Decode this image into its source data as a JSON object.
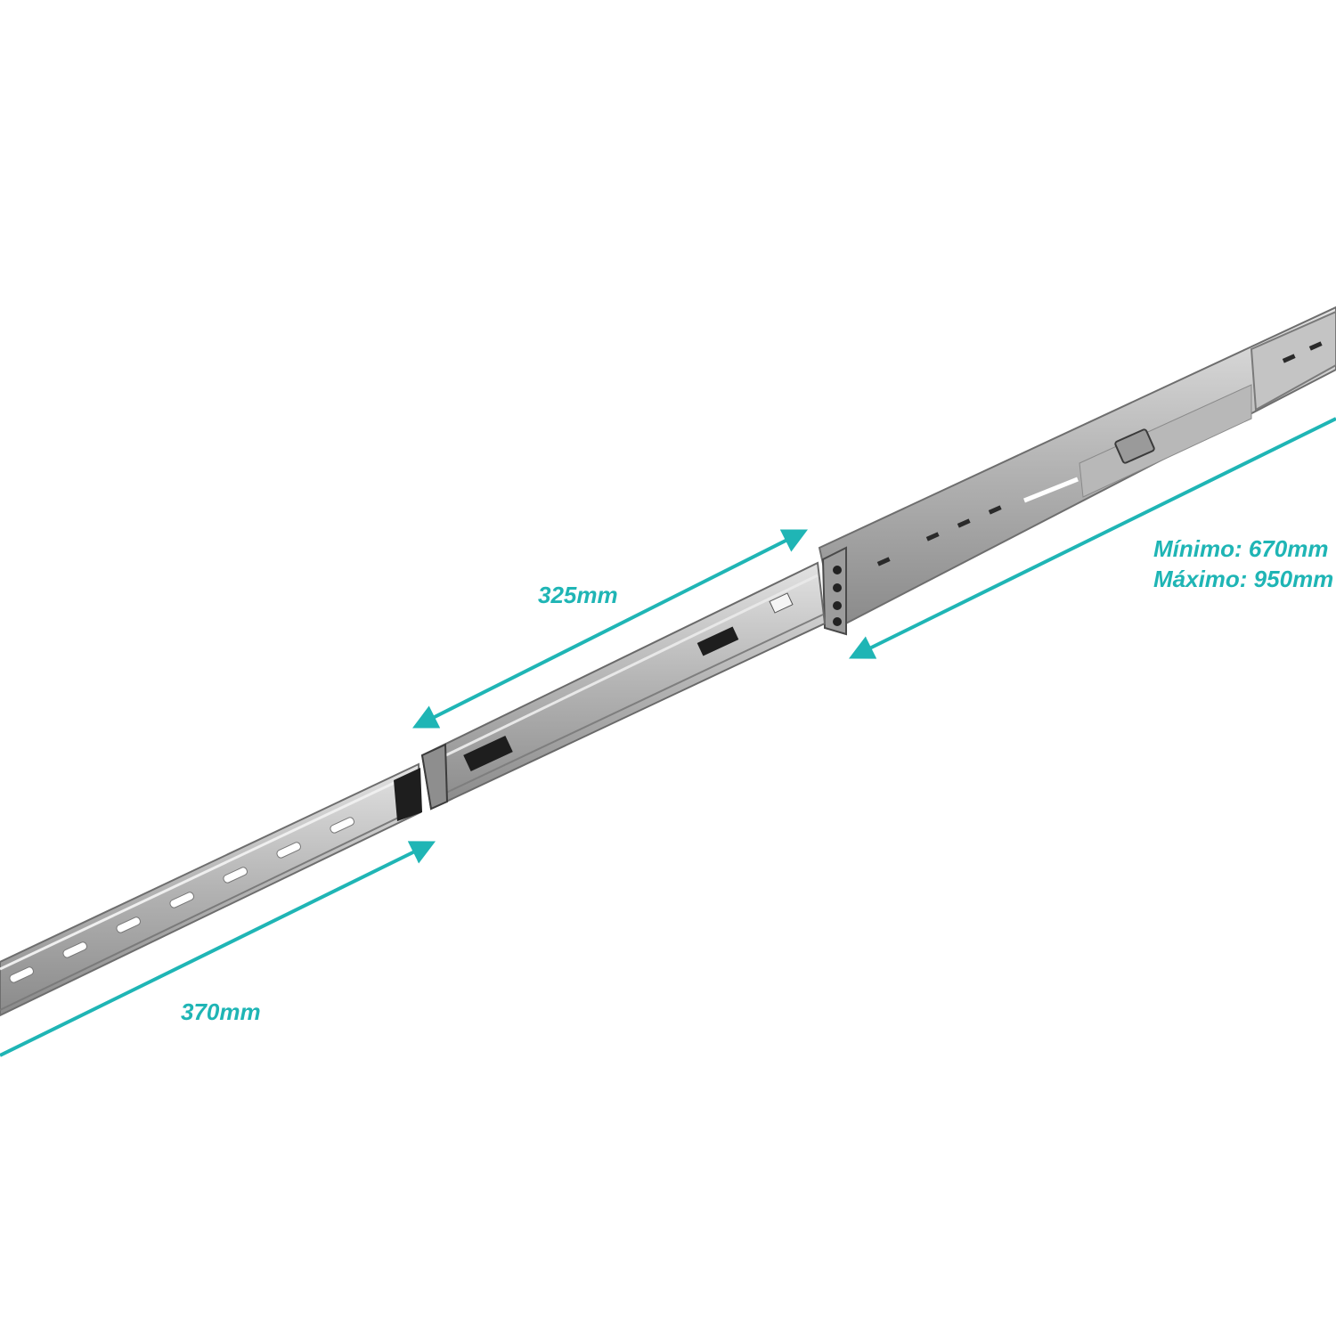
{
  "colors": {
    "accent": "#1fb5b5",
    "metal_light": "#cfcfcf",
    "metal_mid": "#a9a9a9",
    "metal_dark": "#6e6e6e",
    "slot": "#1e1e1e",
    "background": "#ffffff"
  },
  "annotations": {
    "inner_rail": "370mm",
    "middle_rail": "325mm",
    "minimum": "Mínimo: 670mm",
    "maximum": "Máximo: 950mm"
  }
}
